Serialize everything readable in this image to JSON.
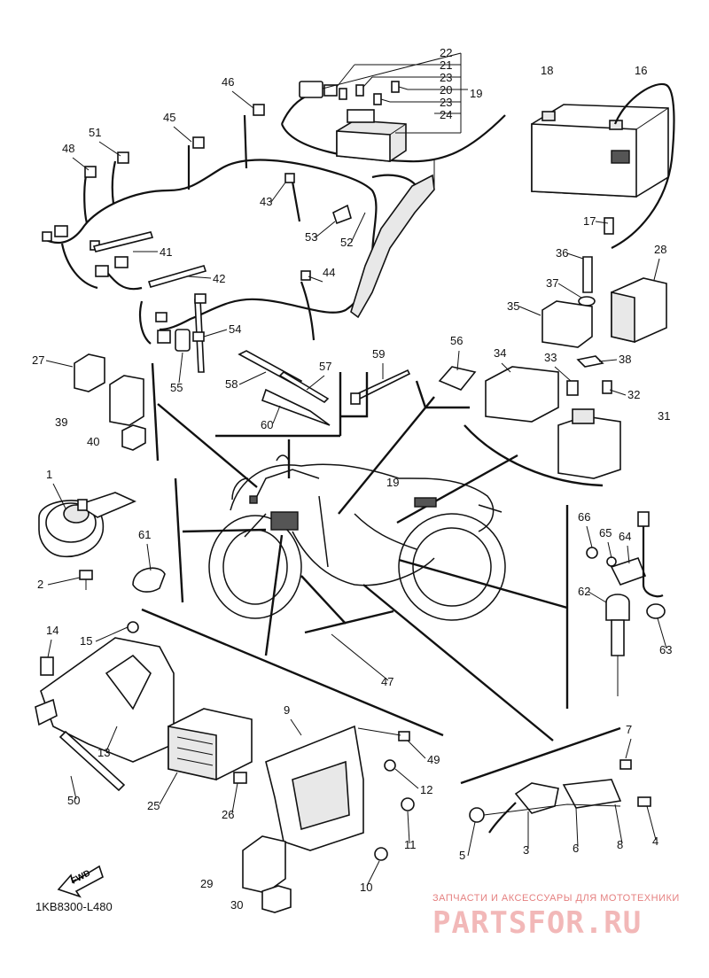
{
  "diagram": {
    "code": "1KB8300-L480",
    "fwd_label": "FWD",
    "watermark": {
      "caption": "ЗАПЧАСТИ И АКСЕССУАРЫ ДЛЯ МОТОТЕХНИКИ",
      "brand": "PARTSFOR.RU"
    },
    "callouts": [
      {
        "id": "c22",
        "n": "22"
      },
      {
        "id": "c21",
        "n": "21"
      },
      {
        "id": "c23a",
        "n": "23"
      },
      {
        "id": "c20",
        "n": "20"
      },
      {
        "id": "c19",
        "n": "19"
      },
      {
        "id": "c23b",
        "n": "23"
      },
      {
        "id": "c24",
        "n": "24"
      },
      {
        "id": "c18",
        "n": "18"
      },
      {
        "id": "c16",
        "n": "16"
      },
      {
        "id": "c46",
        "n": "46"
      },
      {
        "id": "c45",
        "n": "45"
      },
      {
        "id": "c51",
        "n": "51"
      },
      {
        "id": "c48",
        "n": "48"
      },
      {
        "id": "c43",
        "n": "43"
      },
      {
        "id": "c53",
        "n": "53"
      },
      {
        "id": "c52",
        "n": "52"
      },
      {
        "id": "c41",
        "n": "41"
      },
      {
        "id": "c17",
        "n": "17"
      },
      {
        "id": "c28",
        "n": "28"
      },
      {
        "id": "c36",
        "n": "36"
      },
      {
        "id": "c42",
        "n": "42"
      },
      {
        "id": "c44",
        "n": "44"
      },
      {
        "id": "c37",
        "n": "37"
      },
      {
        "id": "c35",
        "n": "35"
      },
      {
        "id": "c54",
        "n": "54"
      },
      {
        "id": "c38",
        "n": "38"
      },
      {
        "id": "c27",
        "n": "27"
      },
      {
        "id": "c55",
        "n": "55"
      },
      {
        "id": "c59",
        "n": "59"
      },
      {
        "id": "c56",
        "n": "56"
      },
      {
        "id": "c34",
        "n": "34"
      },
      {
        "id": "c33",
        "n": "33"
      },
      {
        "id": "c57",
        "n": "57"
      },
      {
        "id": "c58",
        "n": "58"
      },
      {
        "id": "c32",
        "n": "32"
      },
      {
        "id": "c31",
        "n": "31"
      },
      {
        "id": "c39",
        "n": "39"
      },
      {
        "id": "c60",
        "n": "60"
      },
      {
        "id": "c40",
        "n": "40"
      },
      {
        "id": "c1",
        "n": "1"
      },
      {
        "id": "c19b",
        "n": "19"
      },
      {
        "id": "c61",
        "n": "61"
      },
      {
        "id": "c66",
        "n": "66"
      },
      {
        "id": "c65",
        "n": "65"
      },
      {
        "id": "c64",
        "n": "64"
      },
      {
        "id": "c2",
        "n": "2"
      },
      {
        "id": "c62",
        "n": "62"
      },
      {
        "id": "c63",
        "n": "63"
      },
      {
        "id": "c14",
        "n": "14"
      },
      {
        "id": "c15",
        "n": "15"
      },
      {
        "id": "c47",
        "n": "47"
      },
      {
        "id": "c13",
        "n": "13"
      },
      {
        "id": "c9",
        "n": "9"
      },
      {
        "id": "c7",
        "n": "7"
      },
      {
        "id": "c49",
        "n": "49"
      },
      {
        "id": "c12",
        "n": "12"
      },
      {
        "id": "c50",
        "n": "50"
      },
      {
        "id": "c25",
        "n": "25"
      },
      {
        "id": "c26",
        "n": "26"
      },
      {
        "id": "c11",
        "n": "11"
      },
      {
        "id": "c5",
        "n": "5"
      },
      {
        "id": "c3",
        "n": "3"
      },
      {
        "id": "c6",
        "n": "6"
      },
      {
        "id": "c8",
        "n": "8"
      },
      {
        "id": "c4",
        "n": "4"
      },
      {
        "id": "c10",
        "n": "10"
      },
      {
        "id": "c29",
        "n": "29"
      },
      {
        "id": "c30",
        "n": "30"
      }
    ]
  }
}
